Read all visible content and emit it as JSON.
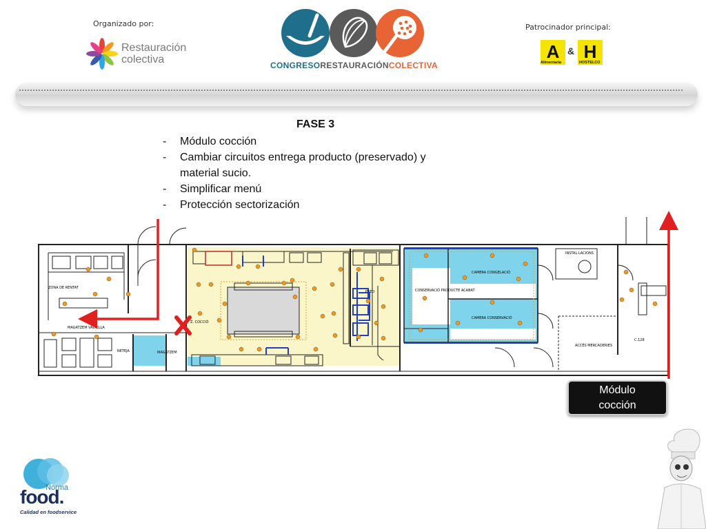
{
  "header": {
    "organizer_label": "Organizado por:",
    "organizer_logo_line1": "Restauración",
    "organizer_logo_line2": "colectiva",
    "congress_logo_part1": "CONGRESO",
    "congress_logo_part2": "RESTAURACIÓN",
    "congress_logo_part3": "COLECTIVA",
    "sponsor_label": "Patrocinador principal:",
    "sponsor_logo_a": "A",
    "sponsor_logo_amp": "&",
    "sponsor_logo_h": "H",
    "sponsor_sub_a": "Alimentaria",
    "sponsor_sub_h": "HOSTELCO"
  },
  "content": {
    "phase_title": "FASE 3",
    "bullets": [
      "Módulo cocción",
      "Cambiar circuitos entrega producto (preservado) y material sucio.",
      "Simplificar menú",
      "Protección sectorización"
    ],
    "bullet_marker": "-"
  },
  "plan": {
    "labels": {
      "zona_rentat": "ZONA DE RENTAT",
      "magatzem_vaixella": "MAGATZEM VAIXELLA",
      "magatzem": "MAGATZEM",
      "neteja": "NETEJA",
      "zona_coccio": "Z. COCCIÓ",
      "fred": "FRED",
      "conservacio": "CONSERVACIÓ PRODUCTE ACABAT",
      "camera_congelacio": "CAMERA CONGELACIÓ",
      "camera_conservacio": "CAMERA CONSERVACIÓ",
      "installacions": "INSTAL·LACIONS",
      "acces_mercaderies": "ACCÉS MERCADERIES",
      "room_code": "C.128"
    },
    "colors": {
      "cooking_zone": "#fbf6c9",
      "cold_zone": "#7fd3ea",
      "arrow": "#e01f1f",
      "walls": "#222222"
    }
  },
  "badge": {
    "text_line1": "Módulo",
    "text_line2": "cocción"
  },
  "footer": {
    "brand_norma": "Norma",
    "brand_food": "food.",
    "brand_tagline": "Calidad en foodservice"
  }
}
